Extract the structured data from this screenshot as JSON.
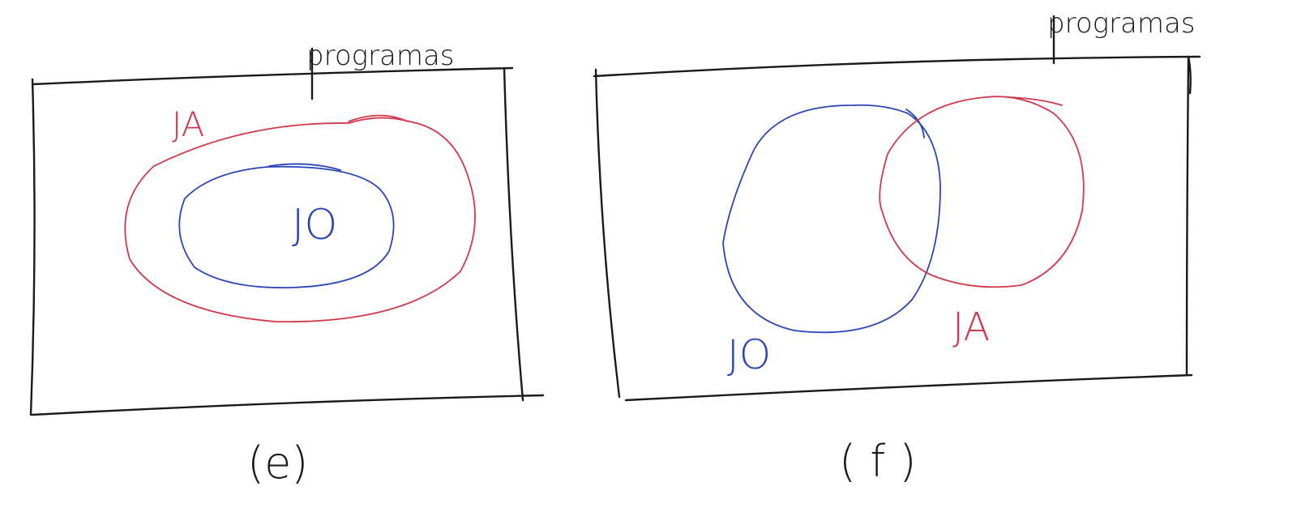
{
  "diagrams": [
    {
      "id": "e",
      "universe_label": "programas",
      "caption": "(e)",
      "sets": [
        {
          "label": "JA",
          "color": "#d2384a"
        },
        {
          "label": "JO",
          "color": "#2a45b8"
        }
      ],
      "relation": "JO subset of JA"
    },
    {
      "id": "f",
      "universe_label": "programas",
      "caption": "( f )",
      "sets": [
        {
          "label": "JO",
          "color": "#2a45b8"
        },
        {
          "label": "JA",
          "color": "#d2384a"
        }
      ],
      "relation": "JO and JA overlap"
    }
  ],
  "colors": {
    "ink": "#1a1a1a",
    "red": "#d2384a",
    "blue": "#2a45b8"
  }
}
